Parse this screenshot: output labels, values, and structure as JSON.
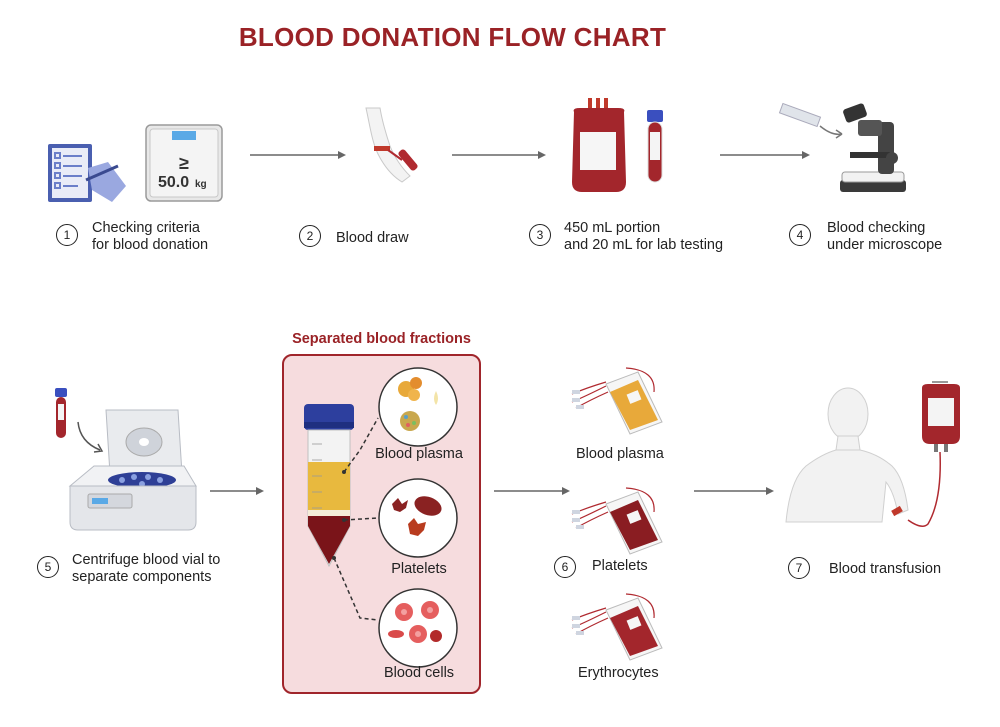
{
  "title": "BLOOD DONATION FLOW CHART",
  "steps": [
    {
      "num": "1",
      "line1": "Checking criteria",
      "line2": "for blood donation"
    },
    {
      "num": "2",
      "line1": "Blood draw",
      "line2": ""
    },
    {
      "num": "3",
      "line1": "450 mL portion",
      "line2": "and 20 mL for lab testing"
    },
    {
      "num": "4",
      "line1": "Blood checking",
      "line2": "under microscope"
    },
    {
      "num": "5",
      "line1": "Centrifuge blood vial to",
      "line2": "separate components"
    },
    {
      "num": "6",
      "line1": "Platelets",
      "line2": ""
    },
    {
      "num": "7",
      "line1": "Blood transfusion",
      "line2": ""
    }
  ],
  "scale_display": {
    "symbol": "≥",
    "value": "50.0",
    "unit": "kg"
  },
  "separated": {
    "title": "Separated blood fractions",
    "fractions": [
      "Blood plasma",
      "Platelets",
      "Blood cells"
    ]
  },
  "bags": {
    "top": "Blood plasma",
    "bottom": "Erythrocytes"
  },
  "colors": {
    "accent": "#9a2226",
    "blood": "#a3262c",
    "plasma": "#e8a93a",
    "box_fill": "#f6dcde"
  },
  "icons": [
    "checklist-icon",
    "scale-icon",
    "arm-draw-icon",
    "blood-bag-icon",
    "tube-icon",
    "microscope-icon",
    "centrifuge-icon",
    "conical-tube-icon",
    "plasma-bag-icon",
    "platelets-bag-icon",
    "erythrocytes-bag-icon",
    "patient-icon",
    "iv-bag-icon"
  ]
}
